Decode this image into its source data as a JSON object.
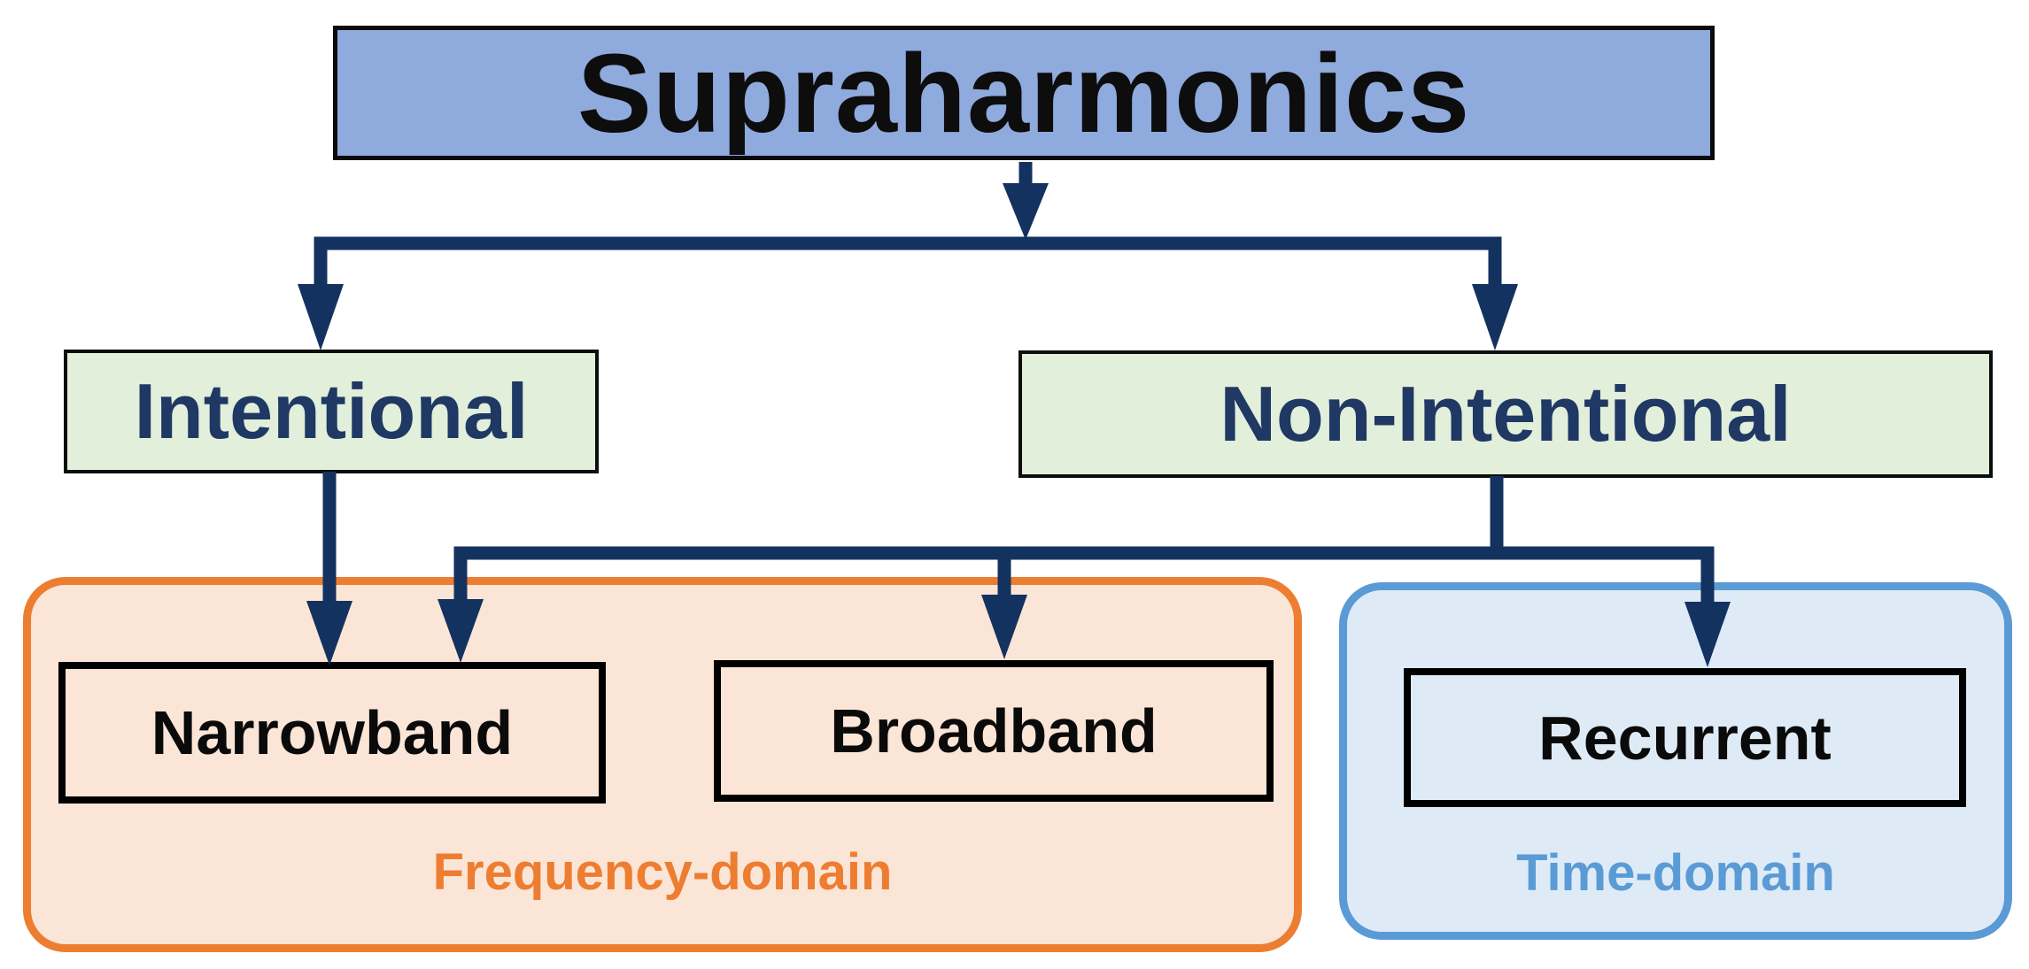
{
  "diagram": {
    "root": {
      "label": "Supraharmonics"
    },
    "branches": [
      {
        "label": "Intentional"
      },
      {
        "label": "Non-Intentional"
      }
    ],
    "groups": [
      {
        "label": "Frequency-domain",
        "children": [
          {
            "label": "Narrowband"
          },
          {
            "label": "Broadband"
          }
        ]
      },
      {
        "label": "Time-domain",
        "children": [
          {
            "label": "Recurrent"
          }
        ]
      }
    ],
    "edges": [
      {
        "from": "Supraharmonics",
        "to": "Intentional"
      },
      {
        "from": "Supraharmonics",
        "to": "Non-Intentional"
      },
      {
        "from": "Intentional",
        "to": "Narrowband"
      },
      {
        "from": "Non-Intentional",
        "to": "Narrowband"
      },
      {
        "from": "Non-Intentional",
        "to": "Broadband"
      },
      {
        "from": "Non-Intentional",
        "to": "Recurrent"
      }
    ],
    "colors": {
      "root_fill": "#8FAADC",
      "branch_fill": "#E2EFDA",
      "branch_text": "#1F3864",
      "connector": "#14325F",
      "frequency_accent": "#ED7D31",
      "frequency_fill": "#FBE5D6",
      "time_accent": "#5B9BD5",
      "time_fill": "#DEEBF7"
    }
  }
}
